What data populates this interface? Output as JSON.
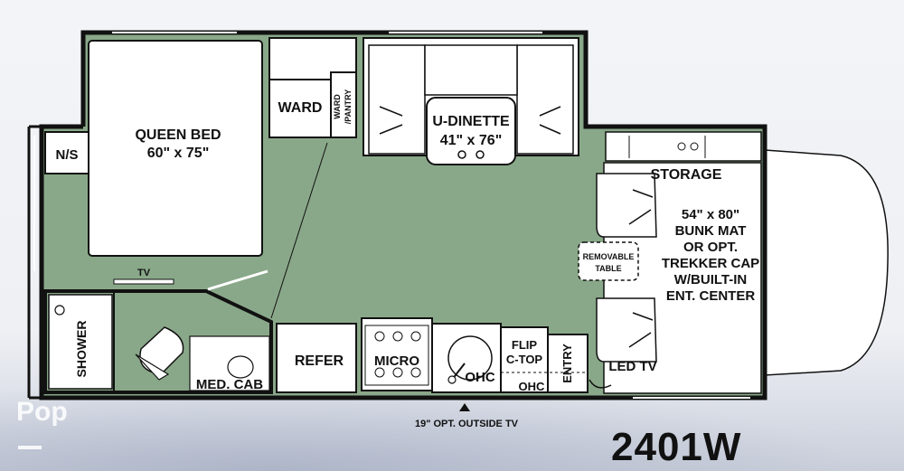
{
  "model_number": "2401W",
  "watermark": "Pop",
  "colors": {
    "floor": "#89a889",
    "wall": "#111111",
    "fixture_fill": "#ffffff",
    "cab_front": "#ffffff"
  },
  "labels": {
    "queen_bed": "QUEEN BED",
    "queen_bed_size": "60\" x 75\"",
    "nightstand": "N/S",
    "tv": "TV",
    "wardrobe": "WARD",
    "ward_pantry_1": "WARD",
    "ward_pantry_2": "/PANTRY",
    "dinette": "U-DINETTE",
    "dinette_size": "41\" x 76\"",
    "storage": "STORAGE",
    "bunk_1": "54\" x 80\"",
    "bunk_2": "BUNK MAT",
    "bunk_3": "OR OPT.",
    "bunk_4": "TREKKER CAP",
    "bunk_5": "W/BUILT-IN",
    "bunk_6": "ENT. CENTER",
    "removable_table_1": "REMOVABLE",
    "removable_table_2": "TABLE",
    "shower": "SHOWER",
    "med_cab": "MED. CAB",
    "refer": "REFER",
    "micro": "MICRO",
    "ohc_sink": "OHC",
    "flip_1": "FLIP",
    "flip_2": "C-TOP",
    "ohc_lower": "OHC",
    "entry": "ENTRY",
    "led_tv": "LED TV",
    "outside_tv": "19\" OPT. OUTSIDE TV"
  }
}
